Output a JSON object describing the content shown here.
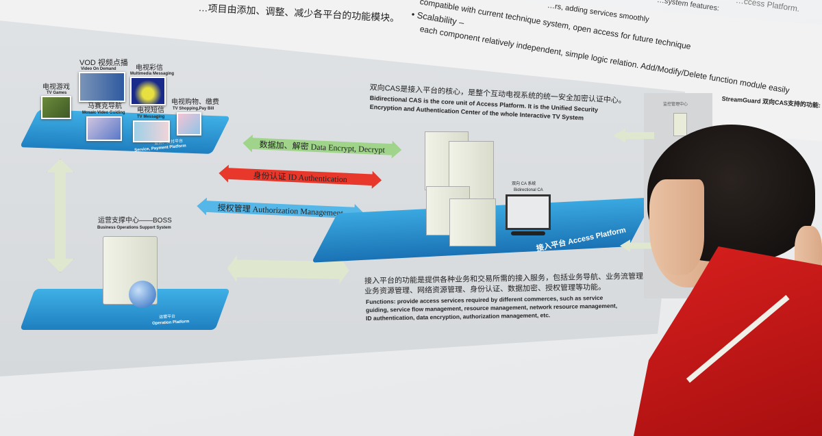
{
  "header": {
    "cn_line": "…项目由添加、调整、减少各平台的功能模块。",
    "en_top_1": "…rs, adding services smoothly",
    "en_top_2": "compatible with current technique system, open access for future technique",
    "bullet_scalability": "• Scalability –",
    "en_scalability": "each component relatively independent, simple logic relation. Add/Modify/Delete function module easily",
    "right_fragment_1": "…system features:",
    "right_fragment_2": "…ccess Platform."
  },
  "service_platform": {
    "label_cn": "业务、支付平台",
    "label_en": "Service, Payment Platform",
    "items": [
      {
        "cn": "电视游戏",
        "en": "TV Games"
      },
      {
        "cn": "VOD 视频点播",
        "en": "Video On Demand"
      },
      {
        "cn": "电视彩信",
        "en": "Multimedia Messaging"
      },
      {
        "cn": "马赛克导航",
        "en": "Mosaic Video Guiding"
      },
      {
        "cn": "电视短信",
        "en": "TV Messaging"
      },
      {
        "cn": "电视购物、缴费",
        "en": "TV Shopping,Pay Bill"
      }
    ]
  },
  "boss": {
    "title": "运营支撑中心——BOSS",
    "subtitle": "Business Operations Support System",
    "platform_cn": "运营平台",
    "platform_en": "Operation Platform"
  },
  "arrows": [
    {
      "label": "数据加、解密  Data Encrypt, Decrypt",
      "color": "#9fd48a"
    },
    {
      "label": "身份认证  ID Authentication",
      "color": "#e8382b"
    },
    {
      "label": "授权管理  Authorization Management",
      "color": "#55b6e8"
    }
  ],
  "cas_text": {
    "cn": "双向CAS是接入平台的核心，是整个互动电视系统的统一安全加密认证中心。",
    "en_1": "Bidirectional CAS is the core unit of Access Platform. It is the Unified Security",
    "en_2": "Encryption and Authentication Center of the whole Interactive TV System"
  },
  "access_platform": {
    "label": "接入平台 Access Platform",
    "monitor_cn": "双向 CA 系统",
    "monitor_en": "Bidirectional CA"
  },
  "functions_text": {
    "cn_1": "接入平台的功能是提供各种业务和交易所需的接入服务，包括业务导航、业务流管理、",
    "cn_2": "业务资源管理、网络资源管理、身份认证、数据加密、授权管理等功能。",
    "en_1": "Functions: provide access services required by different commerces, such as service",
    "en_2": "guiding, service flow management, resource management, network resource management,",
    "en_3": "ID authentication, data encryption, authorization management, etc."
  },
  "right_panel": {
    "title": "StreamGuard 双向CAS支持的功能:",
    "box_cn": "监控管理中心"
  },
  "colors": {
    "platform_blue": "#2a95d4",
    "arrow_green": "#9fd48a",
    "arrow_red": "#e8382b",
    "arrow_blue": "#55b6e8",
    "jacket_red": "#c81818"
  }
}
